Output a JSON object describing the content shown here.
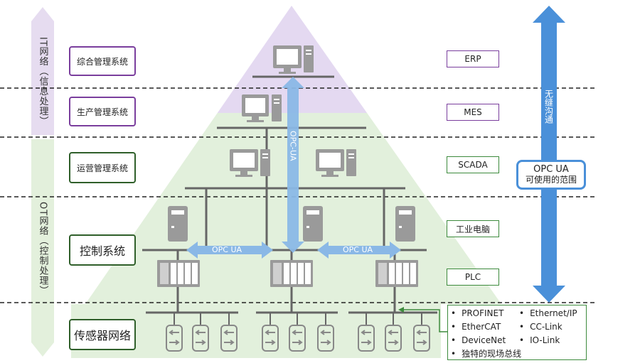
{
  "bands": {
    "it_label": "IT网络（信息处理）",
    "ot_label": "OT网络（控制处理）"
  },
  "levels": {
    "erp_system": "综合管理系统",
    "mes_system": "生产管理系统",
    "scada_system": "运营管理系统",
    "control_system": "控制系统",
    "sensor_network": "传感器网络"
  },
  "systems": {
    "erp": "ERP",
    "mes": "MES",
    "scada": "SCADA",
    "ipc": "工业电脑",
    "plc": "PLC"
  },
  "opc": {
    "horizontal_left": "OPC UA",
    "horizontal_right": "OPC UA",
    "vertical": "OPC-UA",
    "range_line1": "OPC UA",
    "range_line2": "可使用的范围",
    "seamless": "无缝沟通"
  },
  "fieldbus": {
    "items": [
      "PROFINET",
      "Ethernet/IP",
      "EtherCAT",
      "CC-Link",
      "DeviceNet",
      "IO-Link"
    ],
    "unique": "独特的现场总线"
  },
  "colors": {
    "it_band": "#e6dcf0",
    "ot_band": "#e3f0dc",
    "triangle_top": "#e4d9f1",
    "triangle_bottom": "#e2f0dc",
    "arrow_blue": "#4a90d9",
    "opc_light_blue": "#8ab8e6",
    "purple_border": "#7a3e9d",
    "green_border": "#3c8a3c",
    "device_gray": "#9a9a9a"
  }
}
